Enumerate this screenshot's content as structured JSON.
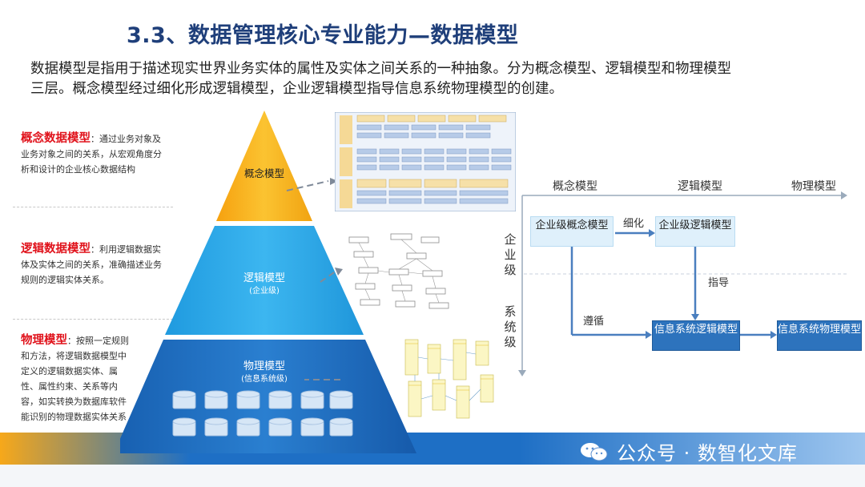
{
  "slide": {
    "title": "3.3、数据管理核心专业能力—数据模型",
    "intro_line1": "数据模型是指用于描述现实世界业务实体的属性及实体之间关系的一种抽象。分为概念模型、逻辑模型和物理模型",
    "intro_line2": "三层。概念模型经过细化形成逻辑模型，企业逻辑模型指导信息系统物理模型的创建。"
  },
  "side_notes": [
    {
      "highlight": "概念数据模型",
      "text": "：通过业务对象及业务对象之间的关系，从宏观角度分析和设计的企业核心数据结构"
    },
    {
      "highlight": "逻辑数据模型",
      "text": "：利用逻辑数据实体及实体之间的关系，准确描述业务规则的逻辑实体关系。"
    },
    {
      "highlight": "物理模型",
      "text": "：按照一定规则和方法，将逻辑数据模型中定义的逻辑数据实体、属性、属性约束、关系等内容，如实转换为数据库软件能识别的物理数据实体关系"
    }
  ],
  "pyramid": {
    "top_label": "概念模型",
    "middle_label": "逻辑模型",
    "middle_sub": "(企业级)",
    "bottom_label": "物理模型",
    "bottom_sub": "(信息系统级)",
    "colors": {
      "top": "#f7b318",
      "middle": "#2aa8e8",
      "bottom": "#1d6dc0"
    }
  },
  "flow": {
    "columns": [
      "概念模型",
      "逻辑模型",
      "物理模型"
    ],
    "row_labels": [
      "企业级",
      "系统级"
    ],
    "boxes": {
      "enterprise_concept": "企业级概念模型",
      "enterprise_logic": "企业级逻辑模型",
      "system_logic": "信息系统逻辑模型",
      "system_physical": "信息系统物理模型"
    },
    "arrows": {
      "refine": "细化",
      "guide": "指导",
      "follow": "遵循"
    }
  },
  "watermark": {
    "text": "公众号 · 数智化文库",
    "icon": "wechat-icon"
  }
}
